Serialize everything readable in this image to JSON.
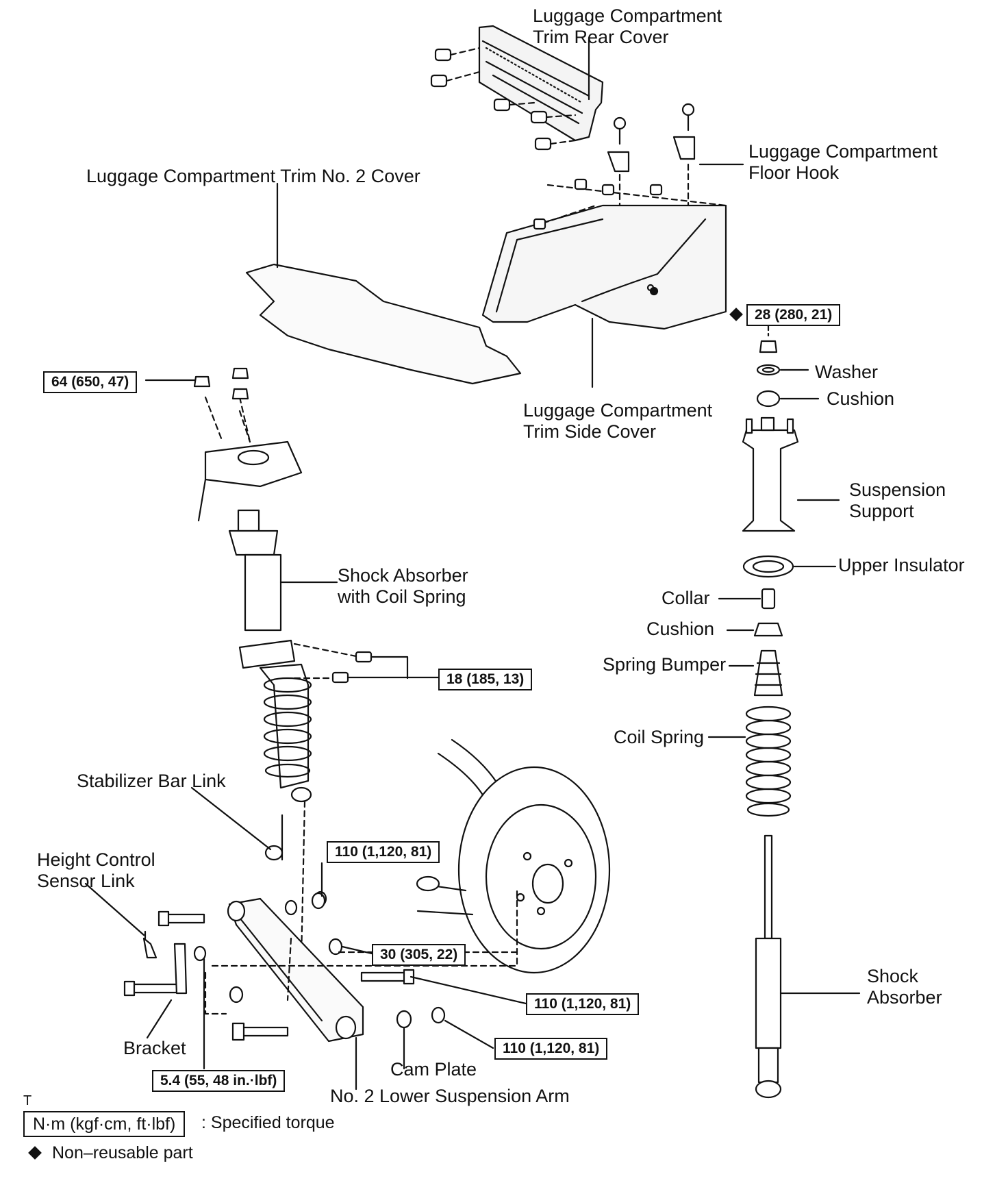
{
  "labels": {
    "trim_rear_cover": "Luggage Compartment\nTrim Rear Cover",
    "trim_no2_cover": "Luggage Compartment Trim No. 2 Cover",
    "floor_hook": "Luggage Compartment\nFloor Hook",
    "trim_side_cover": "Luggage Compartment\nTrim Side Cover",
    "washer": "Washer",
    "cushion_top": "Cushion",
    "suspension_support": "Suspension\nSupport",
    "upper_insulator": "Upper Insulator",
    "collar": "Collar",
    "cushion_mid": "Cushion",
    "spring_bumper": "Spring Bumper",
    "coil_spring": "Coil Spring",
    "shock_absorber_coil": "Shock Absorber\nwith Coil Spring",
    "stabilizer_bar_link": "Stabilizer Bar Link",
    "height_control_link": "Height Control\nSensor Link",
    "bracket": "Bracket",
    "cam_plate": "Cam Plate",
    "lower_arm": "No. 2 Lower Suspension Arm",
    "shock_absorber": "Shock\nAbsorber",
    "corner_mark": "T"
  },
  "torques": {
    "t28": "28 (280, 21)",
    "t64": "64 (650, 47)",
    "t18": "18 (185, 13)",
    "t110_a": "110 (1,120, 81)",
    "t30": "30 (305, 22)",
    "t110_b": "110 (1,120, 81)",
    "t110_c": "110 (1,120, 81)",
    "t54": "5.4 (55, 48 in.·lbf)"
  },
  "legend": {
    "unit_box": "N·m (kgf·cm, ft·lbf)",
    "unit_text": ": Specified torque",
    "nonreusable": "Non–reusable part"
  }
}
